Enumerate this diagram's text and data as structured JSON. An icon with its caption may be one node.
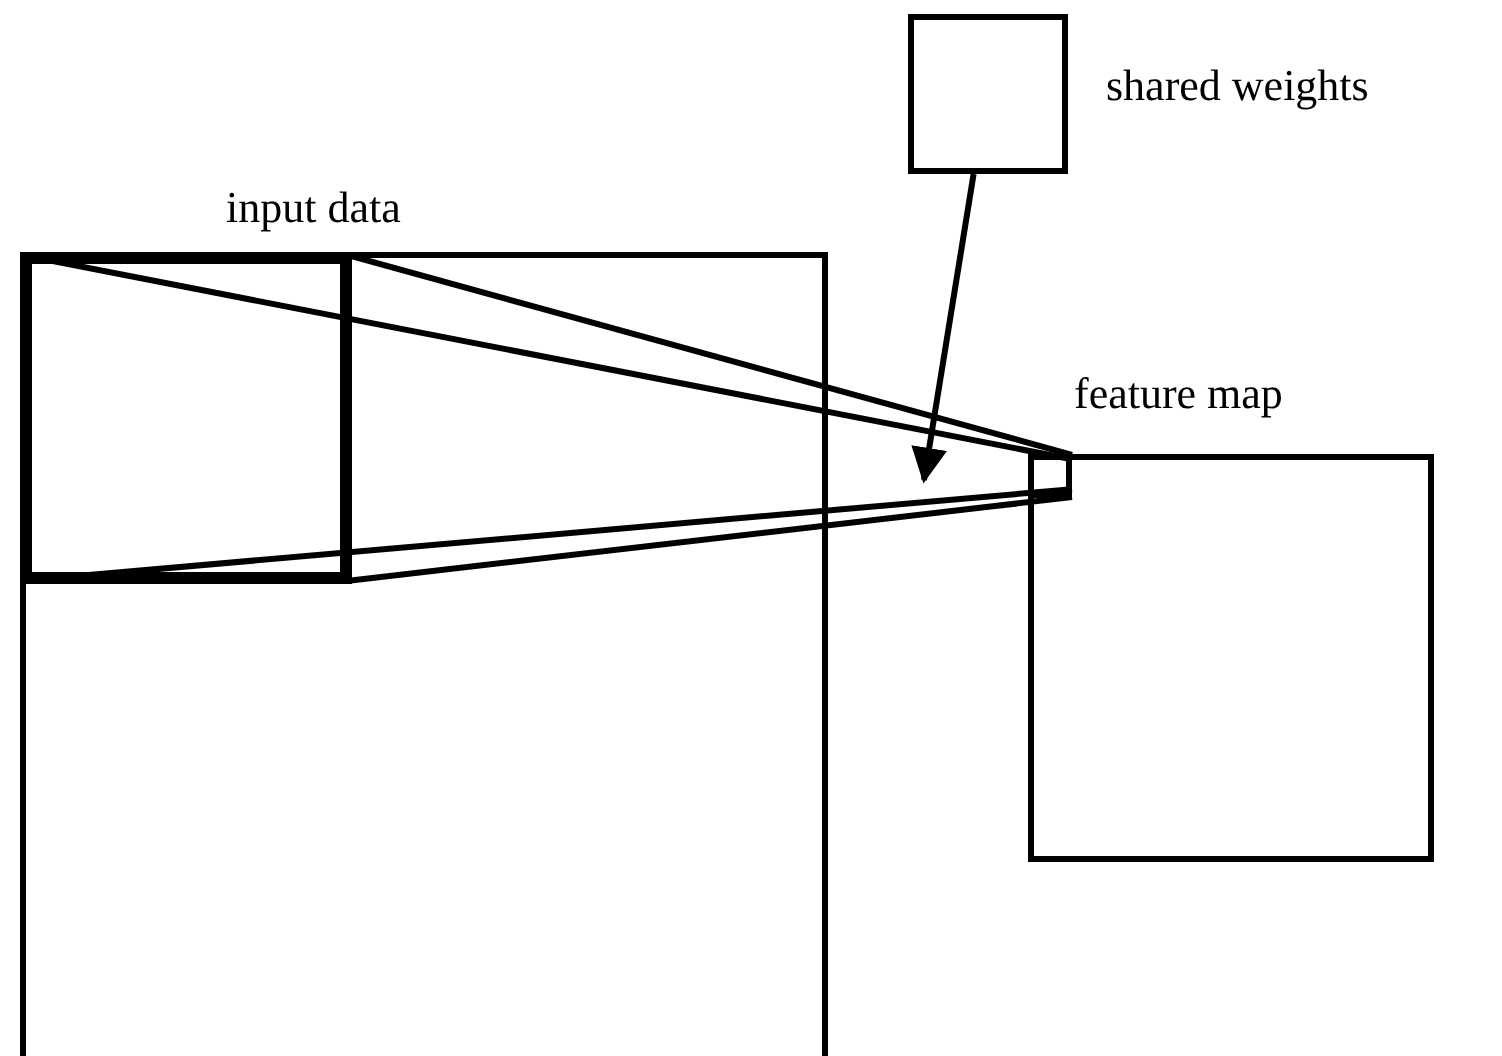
{
  "diagram": {
    "nodes": [
      {
        "text": [
          "input data"
        ]
      },
      {
        "text": [],
        "shape": "box",
        "in": 0
      },
      {
        "text": [
          "feature map"
        ]
      },
      {
        "text": [],
        "shape": "box",
        "in": 2
      },
      {
        "text": [],
        "shape": "box",
        "beside": [
          "shared weights"
        ]
      }
    ],
    "edges": [
      {
        "from": 1,
        "to": 3,
        "arrow": "none"
      },
      {
        "from": 1,
        "to": 3,
        "arrow": "none"
      },
      {
        "from": 1,
        "to": 3,
        "arrow": "none"
      },
      {
        "from": 1,
        "to": 3,
        "arrow": "none"
      },
      {
        "from": 4,
        "to": null,
        "arrow": "to"
      }
    ]
  }
}
